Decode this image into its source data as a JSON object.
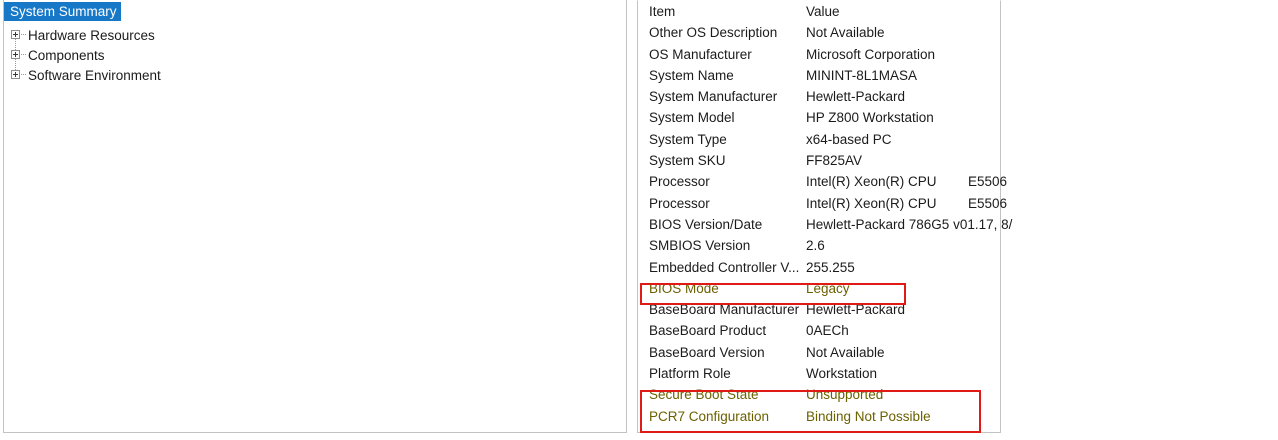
{
  "tree": {
    "root": {
      "label": "System Summary",
      "selected": true
    },
    "items": [
      {
        "label": "Hardware Resources",
        "expander": "plus-icon"
      },
      {
        "label": "Components",
        "expander": "plus-icon"
      },
      {
        "label": "Software Environment",
        "expander": "plus-icon"
      }
    ]
  },
  "detail": {
    "headers": {
      "item": "Item",
      "value": "Value"
    },
    "rows": [
      {
        "item": "Other OS Description",
        "value": "Not Available",
        "flagged": false
      },
      {
        "item": "OS Manufacturer",
        "value": "Microsoft Corporation",
        "flagged": false
      },
      {
        "item": "System Name",
        "value": "MININT-8L1MASA",
        "flagged": false
      },
      {
        "item": "System Manufacturer",
        "value": "Hewlett-Packard",
        "flagged": false
      },
      {
        "item": "System Model",
        "value": "HP Z800 Workstation",
        "flagged": false
      },
      {
        "item": "System Type",
        "value": "x64-based PC",
        "flagged": false
      },
      {
        "item": "System SKU",
        "value": "FF825AV",
        "flagged": false
      },
      {
        "item": "Processor",
        "value": "Intel(R) Xeon(R) CPU",
        "value_ext": "E5506",
        "flagged": false
      },
      {
        "item": "Processor",
        "value": "Intel(R) Xeon(R) CPU",
        "value_ext": "E5506",
        "flagged": false
      },
      {
        "item": "BIOS Version/Date",
        "value": "Hewlett-Packard 786G5 v01.17, 8/",
        "flagged": false
      },
      {
        "item": "SMBIOS Version",
        "value": "2.6",
        "flagged": false
      },
      {
        "item": "Embedded Controller V...",
        "value": "255.255",
        "flagged": false
      },
      {
        "item": "BIOS Mode",
        "value": "Legacy",
        "flagged": true
      },
      {
        "item": "BaseBoard Manufacturer",
        "value": "Hewlett-Packard",
        "flagged": false
      },
      {
        "item": "BaseBoard Product",
        "value": "0AECh",
        "flagged": false
      },
      {
        "item": "BaseBoard Version",
        "value": "Not Available",
        "flagged": false
      },
      {
        "item": "Platform Role",
        "value": "Workstation",
        "flagged": false
      },
      {
        "item": "Secure Boot State",
        "value": "Unsupported",
        "flagged": true
      },
      {
        "item": "PCR7 Configuration",
        "value": "Binding Not Possible",
        "flagged": true
      }
    ]
  },
  "annotations": {
    "box_color": "#e01b16",
    "flagged_text_color": "#6b6000",
    "selection_color": "#1878c8",
    "boxes": [
      {
        "name": "bios-mode-highlight",
        "targets": [
          "BIOS Mode"
        ]
      },
      {
        "name": "secure-boot-highlight",
        "targets": [
          "Secure Boot State",
          "PCR7 Configuration"
        ]
      }
    ]
  }
}
